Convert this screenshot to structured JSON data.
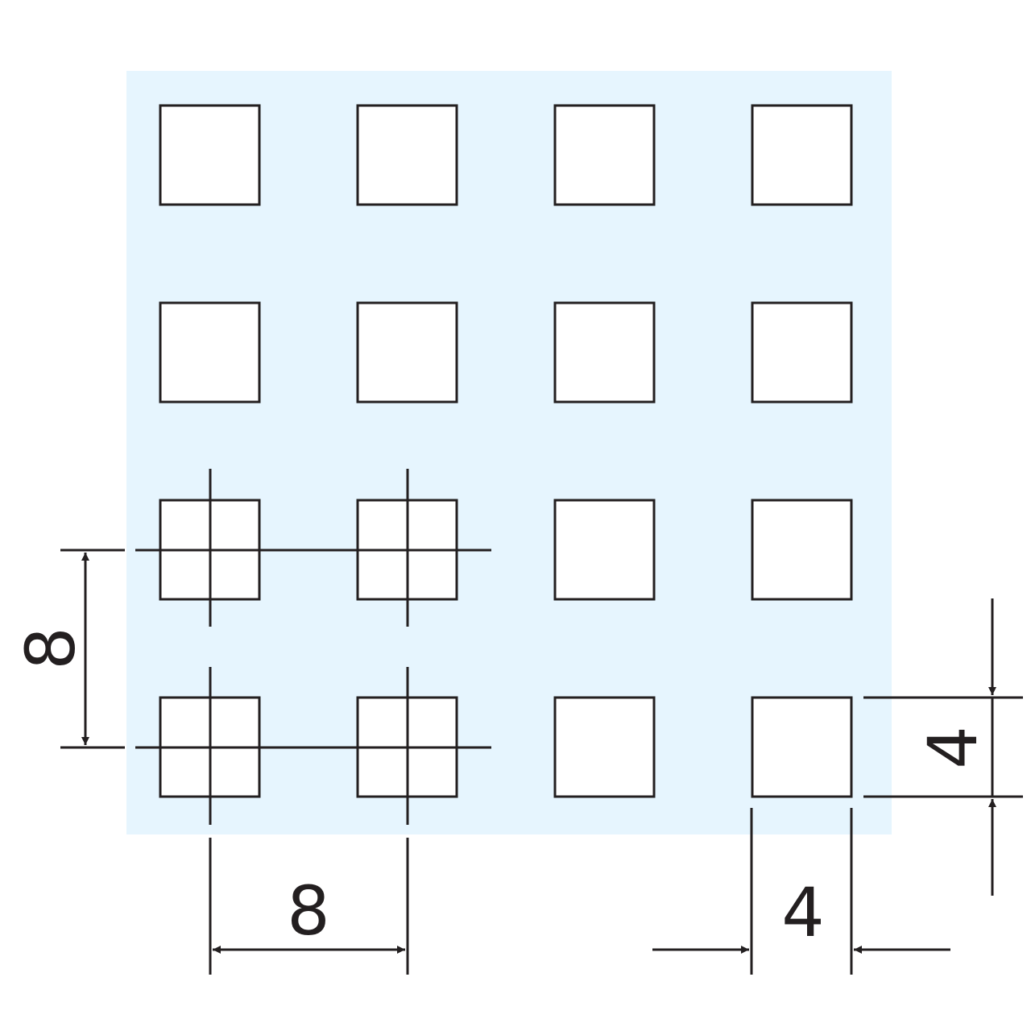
{
  "colors": {
    "plate": "#e6f5fe",
    "line": "#231f20",
    "hole": "#ffffff"
  },
  "grid": {
    "rows": 4,
    "cols": 4
  },
  "dimensions": {
    "pitch_horizontal": "8",
    "pitch_vertical": "8",
    "hole_width": "4",
    "hole_height": "4"
  }
}
